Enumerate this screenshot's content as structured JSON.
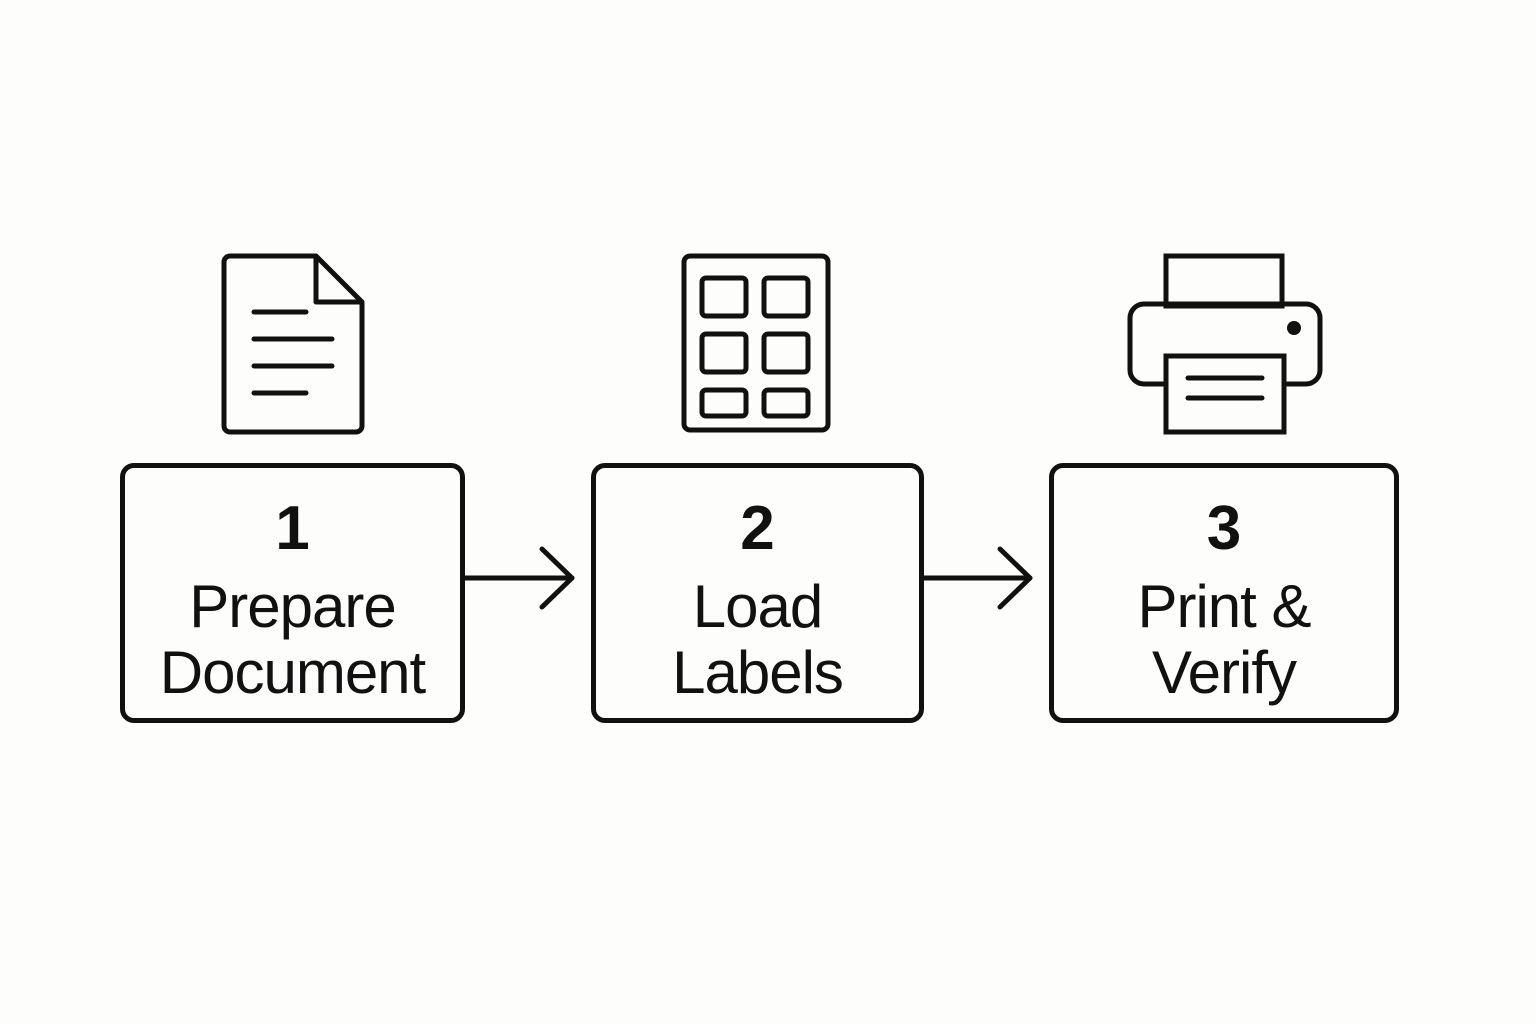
{
  "steps": [
    {
      "number": "1",
      "label_line1": "Prepare",
      "label_line2": "Document",
      "icon": "document-icon"
    },
    {
      "number": "2",
      "label_line1": "Load",
      "label_line2": "Labels",
      "icon": "label-sheet-icon"
    },
    {
      "number": "3",
      "label_line1": "Print &",
      "label_line2": "Verify",
      "icon": "printer-icon"
    }
  ],
  "colors": {
    "stroke": "#111111",
    "background": "#fdfdfb"
  }
}
